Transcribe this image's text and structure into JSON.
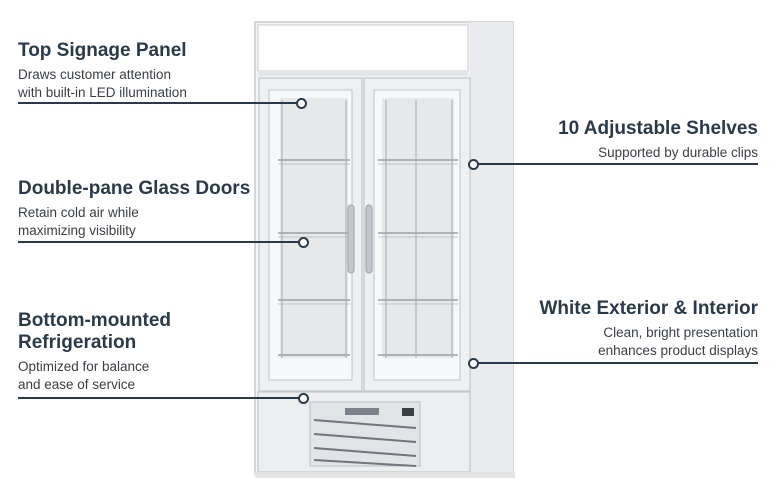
{
  "callouts": {
    "top_signage": {
      "title": "Top Signage Panel",
      "desc_line1": "Draws customer attention",
      "desc_line2": "with built-in LED illumination"
    },
    "glass_doors": {
      "title": "Double-pane Glass Doors",
      "desc_line1": "Retain cold air while",
      "desc_line2": "maximizing visibility"
    },
    "refrigeration": {
      "title_line1": "Bottom-mounted",
      "title_line2": "Refrigeration",
      "desc_line1": "Optimized for balance",
      "desc_line2": "and ease of service"
    },
    "shelves": {
      "title": "10 Adjustable Shelves",
      "desc_line1": "Supported by durable clips"
    },
    "exterior": {
      "title": "White Exterior & Interior",
      "desc_line1": "Clean, bright presentation",
      "desc_line2": "enhances product displays"
    }
  },
  "colors": {
    "text_dark": "#2b3a4a",
    "cabinet_white": "#f4f5f6",
    "cabinet_edge": "#cfd3d7"
  }
}
